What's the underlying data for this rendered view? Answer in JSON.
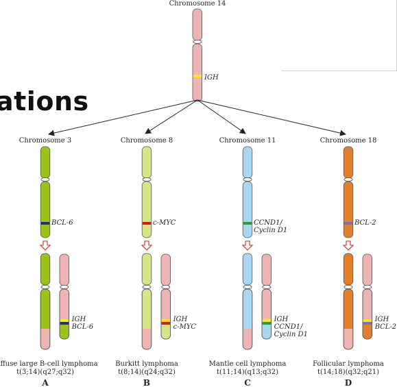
{
  "background_word": "ations",
  "chromosome14": {
    "label": "Chromosome 14",
    "gene": "IGH"
  },
  "panels": [
    {
      "id": "A",
      "chrom_label": "Chromosome 3",
      "gene": "BCL-6",
      "gene_lines": [
        "BCL-6"
      ],
      "after_genes": [
        "IGH",
        "BCL-6"
      ],
      "disease": "Diffuse large B-cell lymphoma",
      "translocation": "t(3;14)(q27;q32)",
      "letter": "A",
      "color": "#99c21a",
      "band_color": "#2a2f7a"
    },
    {
      "id": "B",
      "chrom_label": "Chromosome 8",
      "gene": "c-MYC",
      "gene_lines": [
        "c-MYC"
      ],
      "after_genes": [
        "IGH",
        "c-MYC"
      ],
      "disease": "Burkitt lymphoma",
      "translocation": "t(8;14)(q24;q32)",
      "letter": "B",
      "color": "#d6e58a",
      "band_color": "#d0201a"
    },
    {
      "id": "C",
      "chrom_label": "Chromosome 11",
      "gene": "CCND1/Cyclin D1",
      "gene_lines": [
        "CCND1/",
        "Cyclin D1"
      ],
      "after_genes": [
        "IGH",
        "CCND1/",
        "Cyclin D1"
      ],
      "disease": "Mantle cell lymphoma",
      "translocation": "t(11;14)(q13;q32)",
      "letter": "C",
      "color": "#a9d6f0",
      "band_color": "#2e9a3a"
    },
    {
      "id": "D",
      "chrom_label": "Chromosome 18",
      "gene": "BCL-2",
      "gene_lines": [
        "BCL-2"
      ],
      "after_genes": [
        "IGH",
        "BCL-2"
      ],
      "disease": "Follicular lymphoma",
      "translocation": "t(14;18)(q32;q21)",
      "letter": "D",
      "color": "#e17f2c",
      "band_color": "#7e6fb0"
    }
  ],
  "colors": {
    "chr14": "#eeb3b3",
    "igh_band": "#f4ea1f",
    "arrow_outline": "#cc2a1f",
    "stroke": "#555555",
    "text": "#222222"
  },
  "icons": {
    "down_arrow": "hollow-down-arrow-icon",
    "pointer_arrow": "arrow-icon"
  }
}
